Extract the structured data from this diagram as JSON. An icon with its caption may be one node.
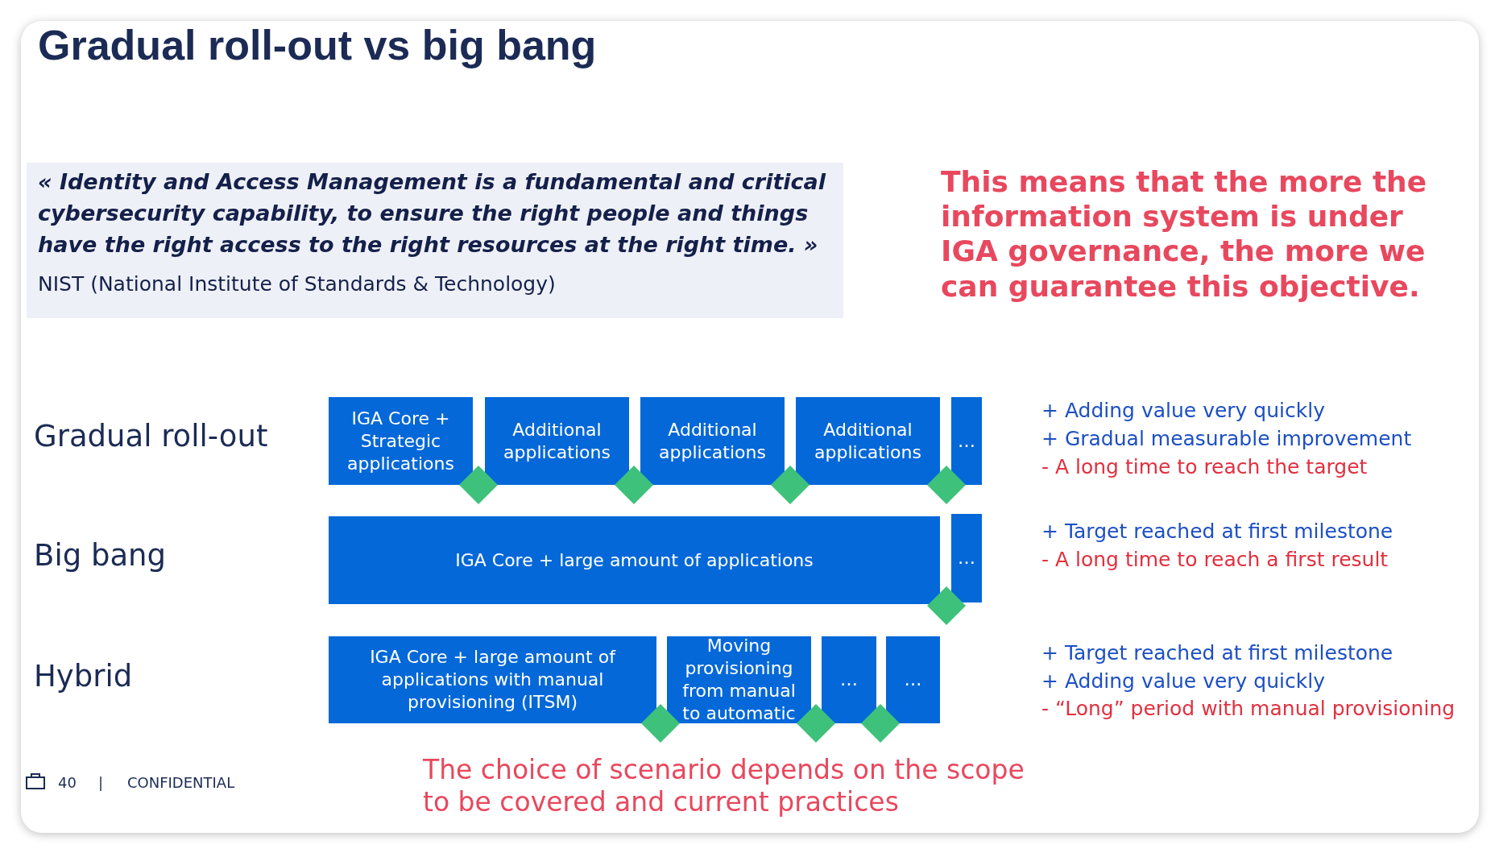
{
  "diagram": {
    "title": "Gradual roll-out vs big bang",
    "nodes": [
      {
        "text": [
          "« Identity and Access Management is a fundamental and critical cybersecurity capability, to ensure the right people and things have the right access to the right resources at the right time. »",
          "NIST (National Institute of Standards & Technology)"
        ]
      },
      {
        "text": [
          "IGA Core + Strategic applications"
        ]
      },
      {
        "text": [
          "Additional applications"
        ]
      },
      {
        "text": [
          "Additional applications"
        ]
      },
      {
        "text": [
          "Additional applications"
        ]
      },
      {
        "text": [
          "…"
        ]
      },
      {
        "text": [],
        "shape": "diamond"
      },
      {
        "text": [],
        "shape": "diamond"
      },
      {
        "text": [],
        "shape": "diamond"
      },
      {
        "text": [],
        "shape": "diamond"
      },
      {
        "text": [
          "IGA Core + large amount of applications"
        ]
      },
      {
        "text": [
          "…"
        ]
      },
      {
        "text": [],
        "shape": "diamond"
      },
      {
        "text": [
          "IGA Core + large amount of applications with manual provisioning (ITSM)"
        ]
      },
      {
        "text": [
          "Moving provisioning from manual to automatic"
        ]
      },
      {
        "text": [
          "…"
        ]
      },
      {
        "text": [
          "…"
        ]
      },
      {
        "text": [],
        "shape": "diamond"
      },
      {
        "text": [],
        "shape": "diamond"
      },
      {
        "text": [],
        "shape": "diamond"
      }
    ],
    "labels": [
      "This means that the more the information system is under IGA governance, the more we can guarantee this objective.",
      "Gradual roll-out",
      "Big bang",
      "Hybrid",
      "+ Adding value very quickly",
      "+ Gradual measurable improvement",
      "- A long time to reach the target",
      "+ Target reached at first milestone",
      "- A long time to reach a first result",
      "+ Target reached at first milestone",
      "+ Adding value very quickly",
      "- “Long” period with manual provisioning",
      "40",
      "|",
      "CONFIDENTIAL",
      "The choice of scenario depends on the scope to be covered and current practices"
    ]
  }
}
